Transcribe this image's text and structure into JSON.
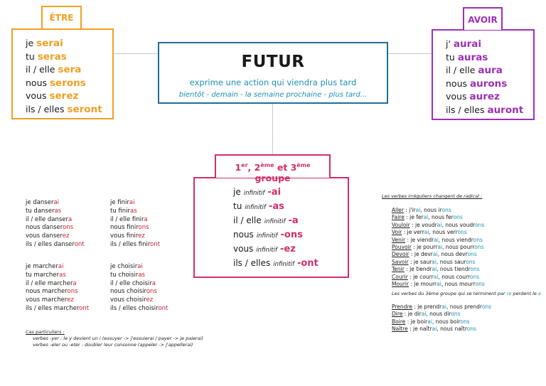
{
  "futur": {
    "title": "FUTUR",
    "subtitle": "exprime une action qui viendra plus tard",
    "examples": "bientôt - demain - la semaine prochaine - plus tard..."
  },
  "etre": {
    "label": "ÊTRE",
    "rows": [
      {
        "p": "je",
        "v": "serai"
      },
      {
        "p": "tu",
        "v": "seras"
      },
      {
        "p": "il / elle",
        "v": "sera"
      },
      {
        "p": "nous",
        "v": "serons"
      },
      {
        "p": "vous",
        "v": "serez"
      },
      {
        "p": "ils / elles",
        "v": "seront"
      }
    ]
  },
  "avoir": {
    "label": "AVOIR",
    "rows": [
      {
        "p": "j'",
        "v": "aurai"
      },
      {
        "p": "tu",
        "v": "auras"
      },
      {
        "p": "il / elle",
        "v": "aura"
      },
      {
        "p": "nous",
        "v": "aurons"
      },
      {
        "p": "vous",
        "v": "aurez"
      },
      {
        "p": "ils / elles",
        "v": "auront"
      }
    ]
  },
  "groupe": {
    "label_n1": "1",
    "label_s1": "er",
    "label_n2": ", 2",
    "label_s2": "ème",
    "label_n3": " et 3",
    "label_s3": "ème",
    "label_end": " groupe",
    "inf": "infinitif",
    "rows": [
      {
        "p": "je",
        "e": "-ai"
      },
      {
        "p": "tu",
        "e": "-as"
      },
      {
        "p": "il / elle",
        "e": "-a"
      },
      {
        "p": "nous",
        "e": "-ons"
      },
      {
        "p": "vous",
        "e": "-ez"
      },
      {
        "p": "ils / elles",
        "e": "-ont"
      }
    ]
  },
  "danser": [
    {
      "s": "je danser",
      "e": "ai"
    },
    {
      "s": "tu danser",
      "e": "as"
    },
    {
      "s": "il / elle danser",
      "e": "a"
    },
    {
      "s": "nous danser",
      "e": "ons"
    },
    {
      "s": "vous danser",
      "e": "ez"
    },
    {
      "s": "ils / elles danser",
      "e": "ont"
    }
  ],
  "finir": [
    {
      "s": "je finir",
      "e": "ai"
    },
    {
      "s": "tu finir",
      "e": "as"
    },
    {
      "s": "il / elle finir",
      "e": "a"
    },
    {
      "s": "nous finir",
      "e": "ons"
    },
    {
      "s": "vous finir",
      "e": "ez"
    },
    {
      "s": "ils / elles finir",
      "e": "ont"
    }
  ],
  "marcher": [
    {
      "s": "je marcher",
      "e": "ai"
    },
    {
      "s": "tu marcher",
      "e": "as"
    },
    {
      "s": "il / elle marcher",
      "e": "a"
    },
    {
      "s": "nous marcher",
      "e": "ons"
    },
    {
      "s": "vous marcher",
      "e": "ez"
    },
    {
      "s": "ils / elles marcher",
      "e": "ont"
    }
  ],
  "choisir": [
    {
      "s": "je choisir",
      "e": "ai"
    },
    {
      "s": "tu choisir",
      "e": "as"
    },
    {
      "s": "il / elle choisir",
      "e": "a"
    },
    {
      "s": "nous choisir",
      "e": "ons"
    },
    {
      "s": "vous choisir",
      "e": "ez"
    },
    {
      "s": "ils / elles choisir",
      "e": "ont"
    }
  ],
  "cas": {
    "title": "Cas particuliers :",
    "line1": "verbes -yer : le y devient un i (essuyer -> j'essuierai / payer -> je paierai)",
    "line2": "verbes -eler ou -eter : doubler leur consonne (appeler -> j'appellerai)"
  },
  "irreguliers": {
    "title": "Les verbes irréguliers changent de radical :",
    "items": [
      {
        "v": "Aller",
        "a": " : j'ir",
        "ae": "ai",
        "b": ", nous ir",
        "be": "ons"
      },
      {
        "v": "Faire",
        "a": " : je fer",
        "ae": "ai",
        "b": ", nous fer",
        "be": "ons"
      },
      {
        "v": "Vouloir",
        "a": " : je voudr",
        "ae": "ai",
        "b": ", nous voudr",
        "be": "ons"
      },
      {
        "v": "Voir",
        "a": " : je verr",
        "ae": "ai",
        "b": ", nous verr",
        "be": "ons"
      },
      {
        "v": "Venir",
        "a": " : je viendr",
        "ae": "ai",
        "b": ", nous viendr",
        "be": "ons"
      },
      {
        "v": "Pouvoir",
        "a": " : je pourr",
        "ae": "ai",
        "b": ", nous pourr",
        "be": "ons"
      },
      {
        "v": "Devoir",
        "a": " : je devr",
        "ae": "ai",
        "b": ", nous devr",
        "be": "ons"
      },
      {
        "v": "Savoir",
        "a": " : je saur",
        "ae": "ai",
        "b": ", nous saur",
        "be": "ons"
      },
      {
        "v": "Tenir",
        "a": " : je tiendr",
        "ae": "ai",
        "b": ", nous tiendr",
        "be": "ons"
      },
      {
        "v": "Courir",
        "a": " : je courr",
        "ae": "ai",
        "b": ", nous courr",
        "be": "ons"
      },
      {
        "v": "Mourir",
        "a": " : je mourr",
        "ae": "ai",
        "b": ", nous mourr",
        "be": "ons"
      }
    ],
    "note_a": "Les verbes du 3ème groupe qui se terminent  par ",
    "note_re": "re",
    "note_b": " perdent le ",
    "note_e": "e",
    "items2": [
      {
        "v": "Prendre",
        "a": " : je prendr",
        "ae": "ai",
        "b": ", nous prendr",
        "be": "ons"
      },
      {
        "v": "Dire",
        "a": " : je dir",
        "ae": "ai",
        "b": ", nous dir",
        "be": "ons"
      },
      {
        "v": "Boire",
        "a": " : je boir",
        "ae": "ai",
        "b": ", nous boir",
        "be": "ons"
      },
      {
        "v": "Naître",
        "a": " : je naîtr",
        "ae": "ai",
        "b": ", nous naîtr",
        "be": "ons"
      }
    ]
  }
}
